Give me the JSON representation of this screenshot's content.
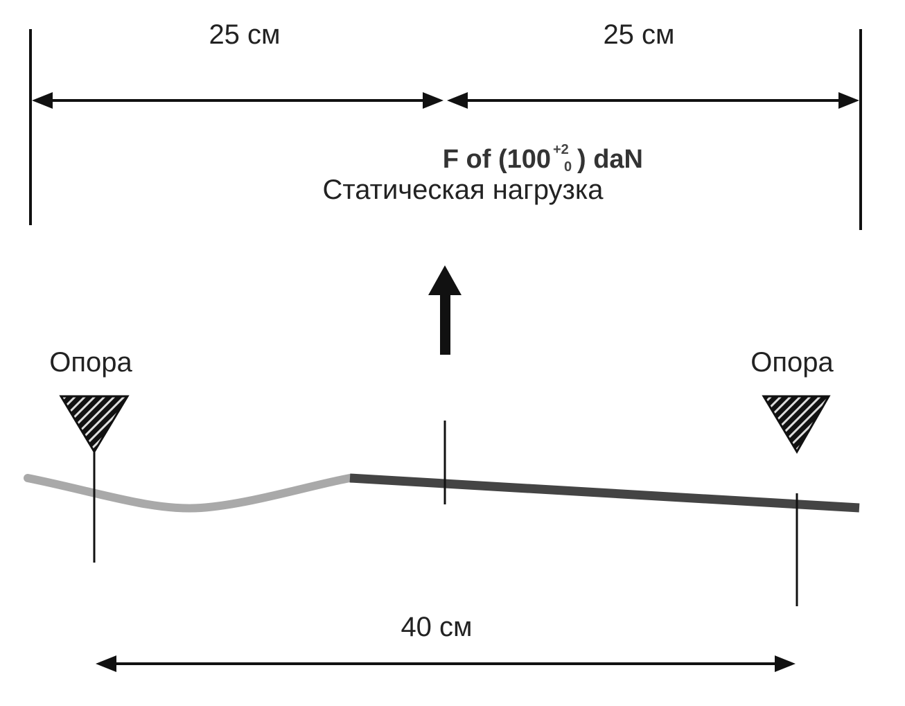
{
  "dimensions": {
    "left_span": "25 см",
    "right_span": "25 см",
    "support_span": "40 см"
  },
  "load": {
    "force_prefix": "F of (100",
    "tolerance_upper": "+2",
    "tolerance_lower": "0",
    "force_suffix": ") daN",
    "caption": "Статическая нагрузка"
  },
  "supports": {
    "left_label": "Опора",
    "right_label": "Опора"
  },
  "colors": {
    "line": "#111111",
    "beam_light": "#a9a9a9",
    "beam_dark": "#444444"
  }
}
